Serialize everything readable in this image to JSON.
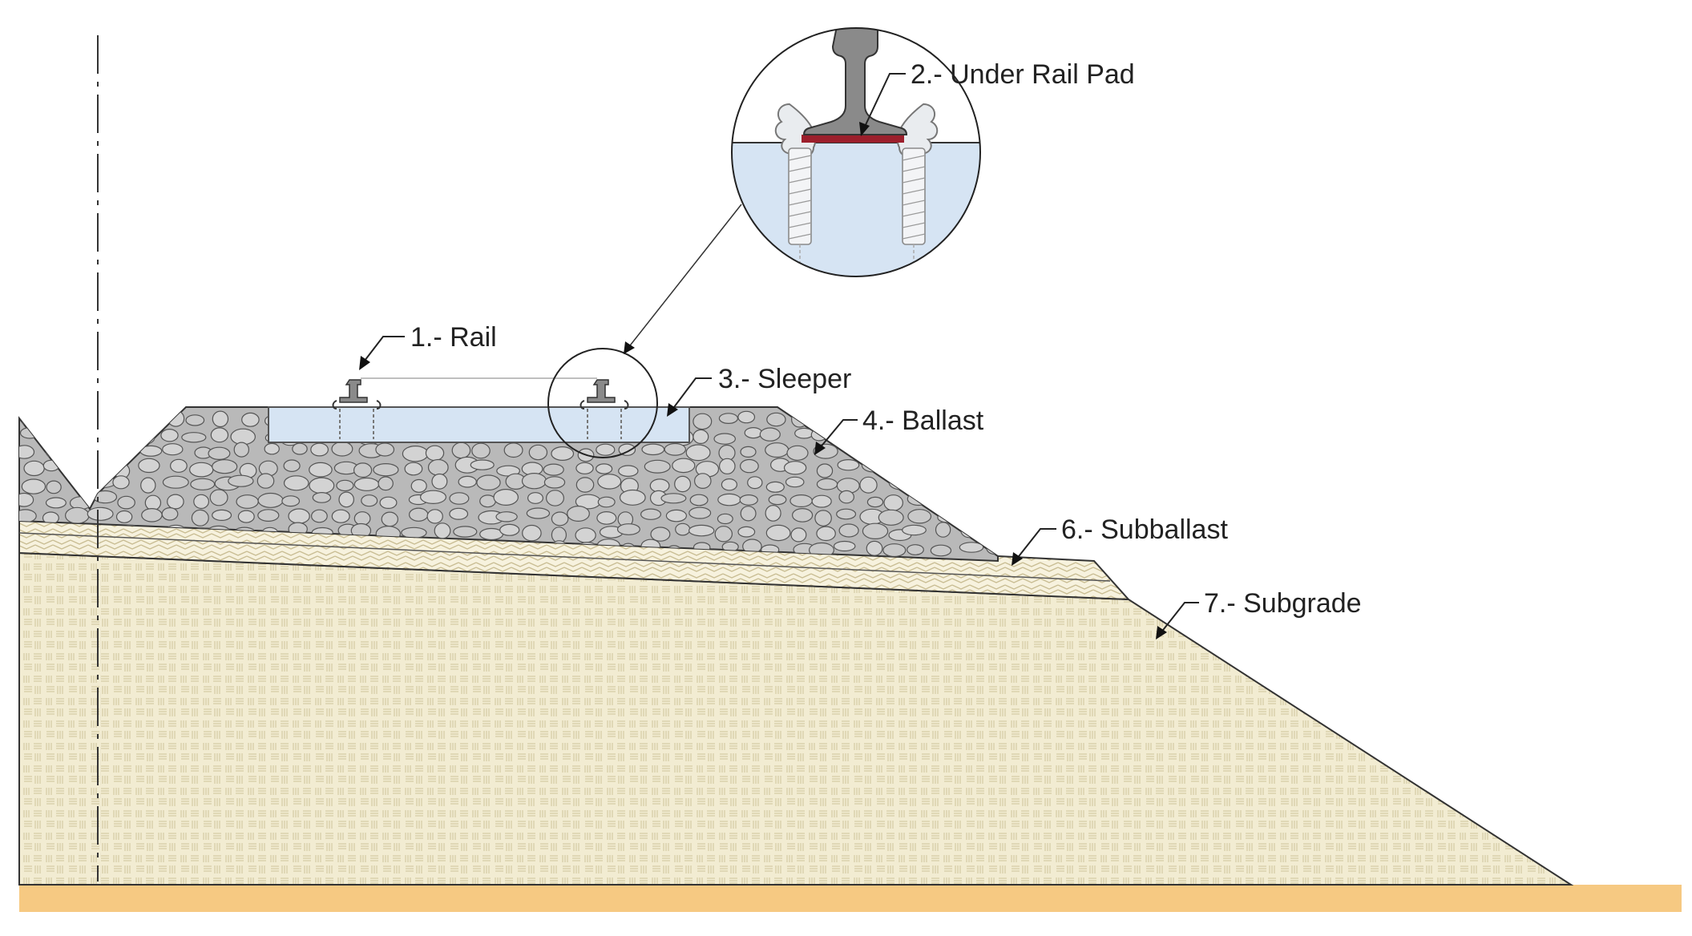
{
  "labels": {
    "rail": "1.- Rail",
    "under_rail_pad": "2.- Under Rail Pad",
    "sleeper": "3.- Sleeper",
    "ballast": "4.- Ballast",
    "subballast": "6.- Subballast",
    "subgrade": "7.- Subgrade"
  },
  "colors": {
    "sleeper": "#d6e4f3",
    "ballast": "#b9b9b9",
    "subballast": "#f4efd9",
    "subgrade": "#f1ebd0",
    "ground": "#f6c982",
    "rail_pad": "#9c1f2c",
    "rail": "#8a8a8a"
  }
}
